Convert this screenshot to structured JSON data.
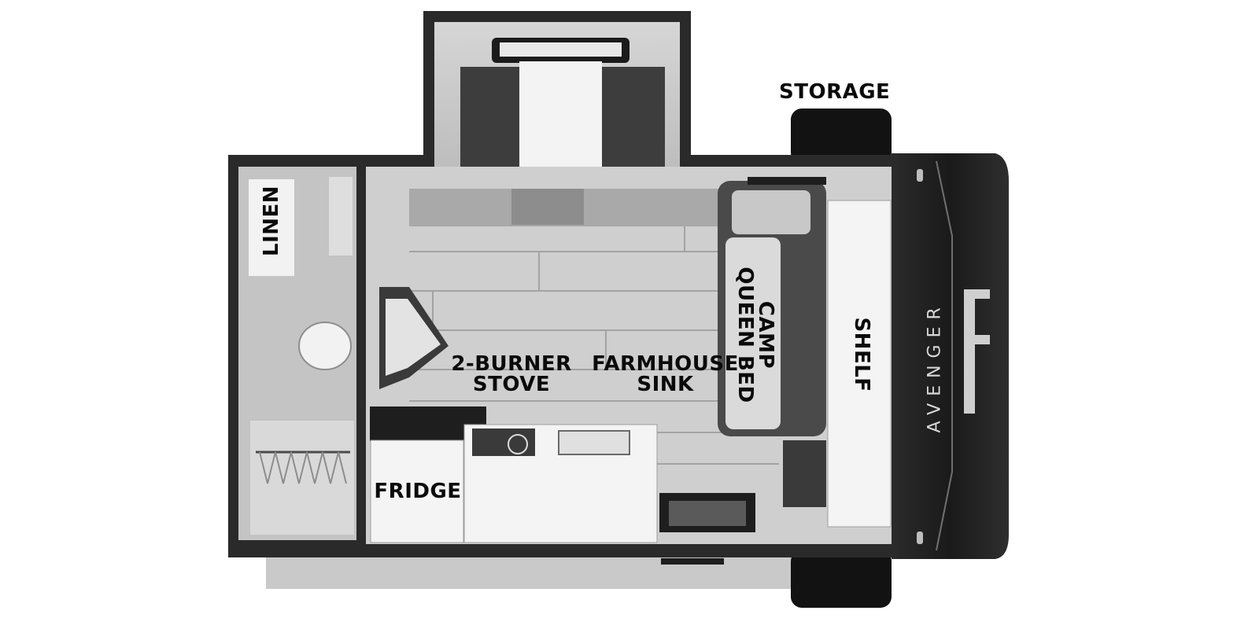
{
  "labels": {
    "storage": "STORAGE",
    "linen": "LINEN",
    "stove_line1": "2-BURNER",
    "stove_line2": "STOVE",
    "sink_line1": "FARMHOUSE",
    "sink_line2": "SINK",
    "bed_line1": "CAMP",
    "bed_line2": "QUEEN BED",
    "shelf": "SHELF",
    "fridge": "FRIDGE"
  },
  "brand": {
    "name": "AVENGER",
    "logo_icon": "avenger-logo-icon"
  },
  "colors": {
    "wall": "#2a2a2a",
    "floor": "#cfcfcf",
    "floor_line": "#9a9a9a",
    "counter": "#f4f4f4",
    "dark_furniture": "#3a3a3a",
    "front_cap": "#1e1e1e"
  }
}
